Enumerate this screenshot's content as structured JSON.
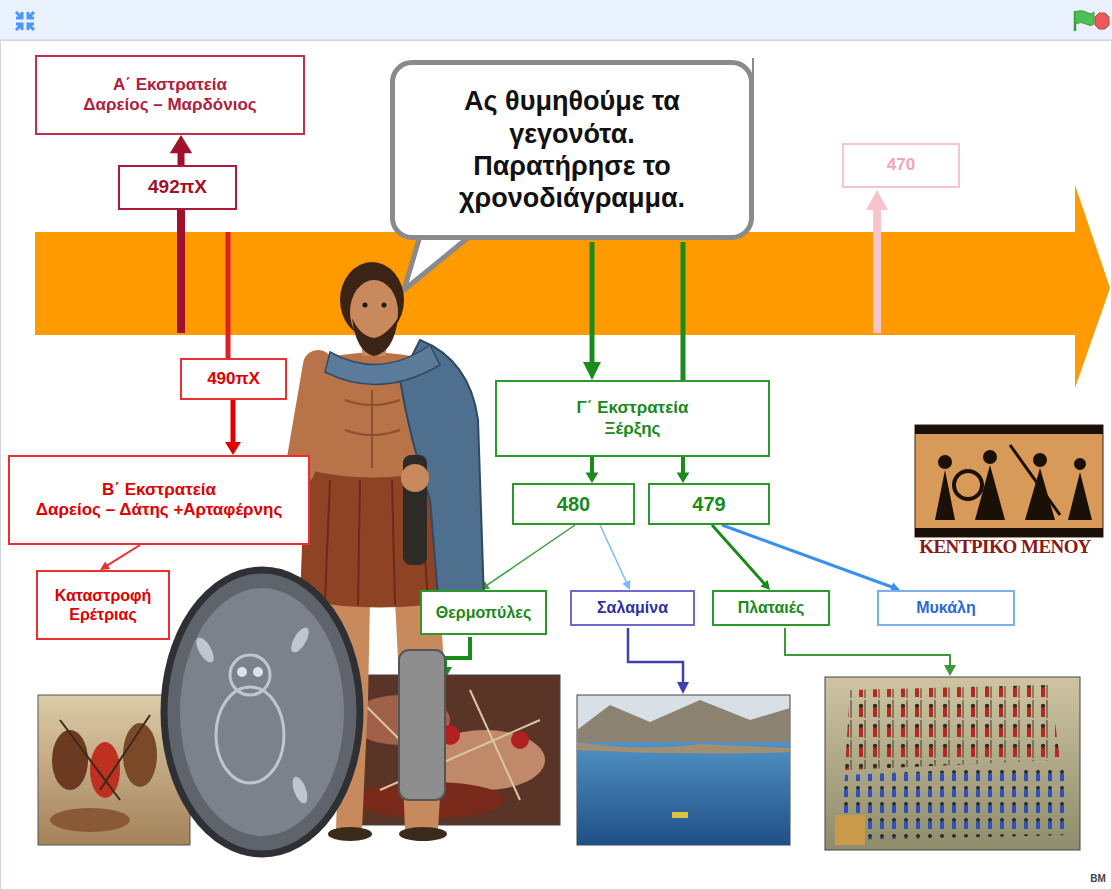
{
  "diagram": {
    "nodes": [
      {
        "text": [
          "Α΄ Εκστρατεία",
          "Δαρείος – Μαρδόνιος"
        ]
      },
      {
        "text": [
          "Ας θυμηθούμε τα γεγονότα. Παρατήρησε το χρονοδιάγραμμα."
        ]
      },
      {
        "text": [
          "470"
        ]
      },
      {
        "text": [
          "492πΧ"
        ]
      },
      {
        "text": [
          "490πΧ"
        ]
      },
      {
        "text": [
          "Γ΄ Εκστρατεία",
          "Ξέρξης"
        ]
      },
      {
        "text": [
          "Β΄ Εκστρατεία",
          "Δαρείος – Δάτης +Αρταφέρνης"
        ]
      },
      {
        "text": [
          "480"
        ]
      },
      {
        "text": [
          "479"
        ]
      },
      {
        "text": [
          "Καταστροφή Ερέτριας"
        ]
      },
      {
        "text": [
          "Θερμοπύλες"
        ]
      },
      {
        "text": [
          "Σαλαμίνα"
        ]
      },
      {
        "text": [
          "Πλαταιές"
        ]
      },
      {
        "text": [
          "Μυκάλη"
        ]
      }
    ],
    "edges": [
      {
        "from": 3,
        "to": 0,
        "arrow": "to"
      },
      {
        "from": 4,
        "to": 6,
        "arrow": "to"
      },
      {
        "from": 6,
        "to": 9,
        "arrow": "to"
      },
      {
        "from": 5,
        "to": 7,
        "arrow": "to"
      },
      {
        "from": 5,
        "to": 8,
        "arrow": "to"
      },
      {
        "from": 7,
        "to": 10,
        "arrow": "to"
      },
      {
        "from": 7,
        "to": 11,
        "arrow": "to"
      },
      {
        "from": 8,
        "to": 12,
        "arrow": "to"
      },
      {
        "from": 8,
        "to": 13,
        "arrow": "to"
      }
    ],
    "labels": [
      "ΚΕΝΤΡΙΚΟ ΜΕΝΟΥ",
      "BM"
    ]
  }
}
